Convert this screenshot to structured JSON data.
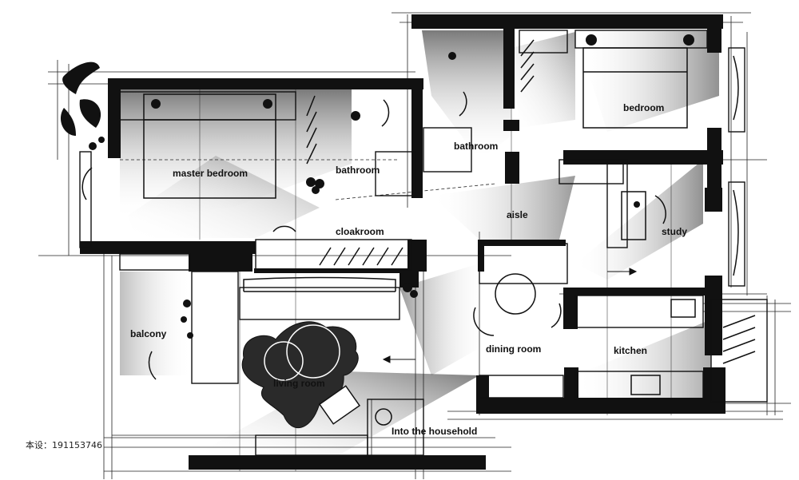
{
  "rooms": {
    "master_bedroom": "master bedroom",
    "bathroom_left": "bathroom",
    "bathroom_right": "bathroom",
    "bedroom": "bedroom",
    "aisle": "aisle",
    "cloakroom": "cloakroom",
    "study": "study",
    "balcony": "balcony",
    "dining_room": "dining room",
    "kitchen": "kitchen",
    "living_room": "living room",
    "entrance": "Into the household"
  },
  "credit": "本设：191153746",
  "colors": {
    "wall": "#111111",
    "line": "#222222",
    "shade": "#9a9a9a",
    "rug": "#2a2a2a"
  }
}
